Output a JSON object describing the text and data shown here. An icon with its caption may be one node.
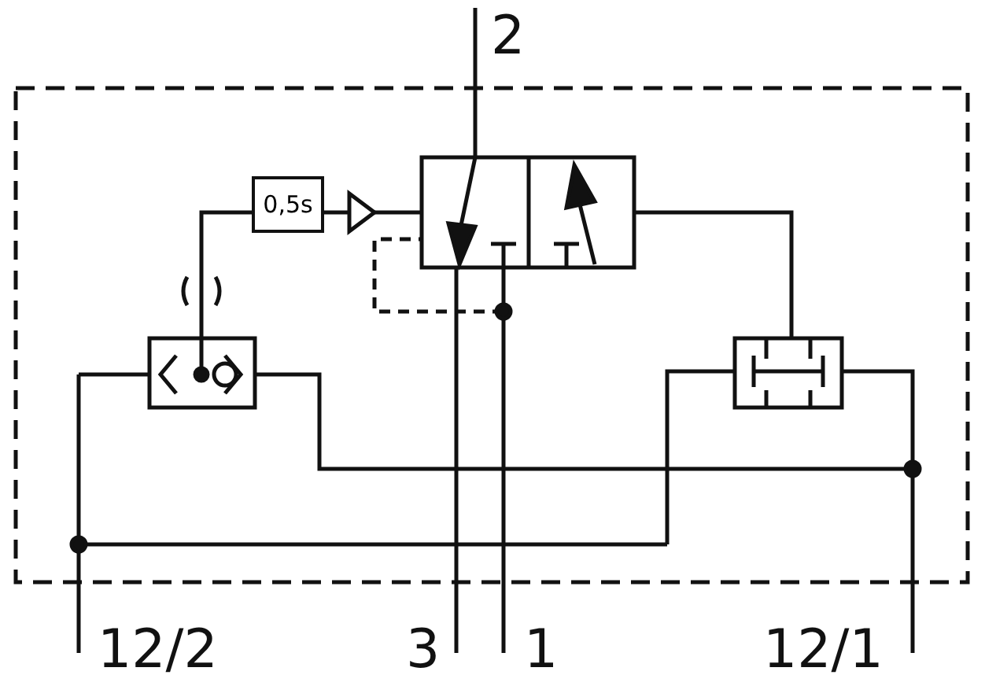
{
  "diagram": {
    "nodes": [
      {
        "text": [
          "0,5s"
        ]
      }
    ],
    "labels": [
      "2",
      "12/2",
      "3",
      "1",
      "12/1"
    ]
  }
}
